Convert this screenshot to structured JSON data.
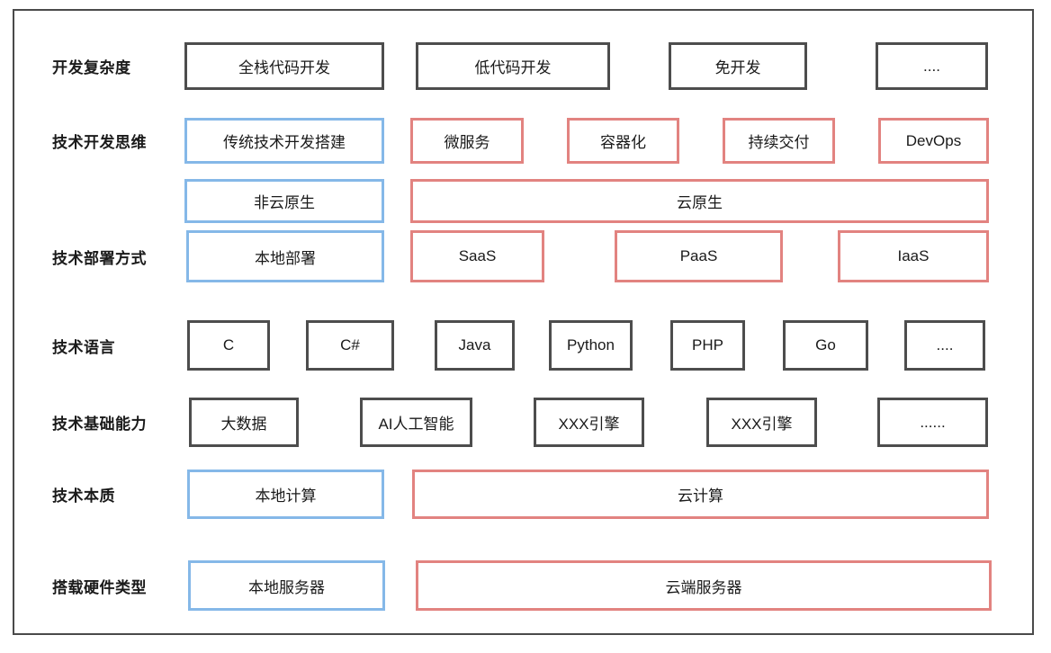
{
  "colors": {
    "frame_border": "#4a4a4a",
    "gray_border": "#4d4d4d",
    "blue_border": "#85b8e8",
    "red_border": "#e28380",
    "text": "#1a1a1a",
    "background": "#ffffff"
  },
  "diagram": {
    "rows": [
      {
        "id": "dev-complexity",
        "label": "开发复杂度",
        "boxes": [
          {
            "text": "全栈代码开发",
            "variant": "gray"
          },
          {
            "text": "低代码开发",
            "variant": "gray"
          },
          {
            "text": "免开发",
            "variant": "gray"
          },
          {
            "text": "....",
            "variant": "gray"
          }
        ]
      },
      {
        "id": "tech-dev-thinking",
        "label": "技术开发思维",
        "boxes": [
          {
            "text": "传统技术开发搭建",
            "variant": "blue"
          },
          {
            "text": "微服务",
            "variant": "red"
          },
          {
            "text": "容器化",
            "variant": "red"
          },
          {
            "text": "持续交付",
            "variant": "red"
          },
          {
            "text": "DevOps",
            "variant": "red"
          }
        ]
      },
      {
        "id": "cloud-native",
        "label": "",
        "boxes": [
          {
            "text": "非云原生",
            "variant": "blue"
          },
          {
            "text": "云原生",
            "variant": "red"
          }
        ]
      },
      {
        "id": "deployment-mode",
        "label": "技术部署方式",
        "boxes": [
          {
            "text": "本地部署",
            "variant": "blue"
          },
          {
            "text": "SaaS",
            "variant": "red"
          },
          {
            "text": "PaaS",
            "variant": "red"
          },
          {
            "text": "IaaS",
            "variant": "red"
          }
        ]
      },
      {
        "id": "tech-language",
        "label": "技术语言",
        "boxes": [
          {
            "text": "C",
            "variant": "gray"
          },
          {
            "text": "C#",
            "variant": "gray"
          },
          {
            "text": "Java",
            "variant": "gray"
          },
          {
            "text": "Python",
            "variant": "gray"
          },
          {
            "text": "PHP",
            "variant": "gray"
          },
          {
            "text": "Go",
            "variant": "gray"
          },
          {
            "text": "....",
            "variant": "gray"
          }
        ]
      },
      {
        "id": "tech-base-capability",
        "label": "技术基础能力",
        "boxes": [
          {
            "text": "大数据",
            "variant": "gray"
          },
          {
            "text": "AI人工智能",
            "variant": "gray"
          },
          {
            "text": "XXX引擎",
            "variant": "gray"
          },
          {
            "text": "XXX引擎",
            "variant": "gray"
          },
          {
            "text": "......",
            "variant": "gray"
          }
        ]
      },
      {
        "id": "tech-essence",
        "label": "技术本质",
        "boxes": [
          {
            "text": "本地计算",
            "variant": "blue"
          },
          {
            "text": "云计算",
            "variant": "red"
          }
        ]
      },
      {
        "id": "hardware-type",
        "label": "搭载硬件类型",
        "boxes": [
          {
            "text": "本地服务器",
            "variant": "blue"
          },
          {
            "text": "云端服务器",
            "variant": "red"
          }
        ]
      }
    ]
  }
}
